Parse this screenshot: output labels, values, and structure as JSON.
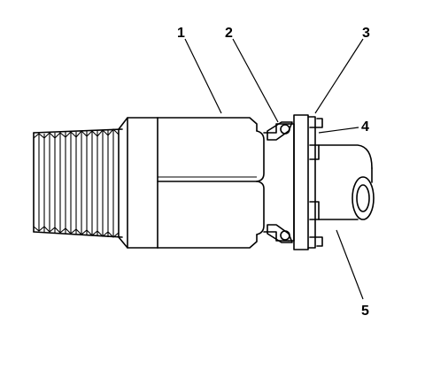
{
  "figure": {
    "callouts": [
      {
        "id": "1",
        "label": "1"
      },
      {
        "id": "2",
        "label": "2"
      },
      {
        "id": "3",
        "label": "3"
      },
      {
        "id": "4",
        "label": "4"
      },
      {
        "id": "5",
        "label": "5"
      }
    ]
  }
}
